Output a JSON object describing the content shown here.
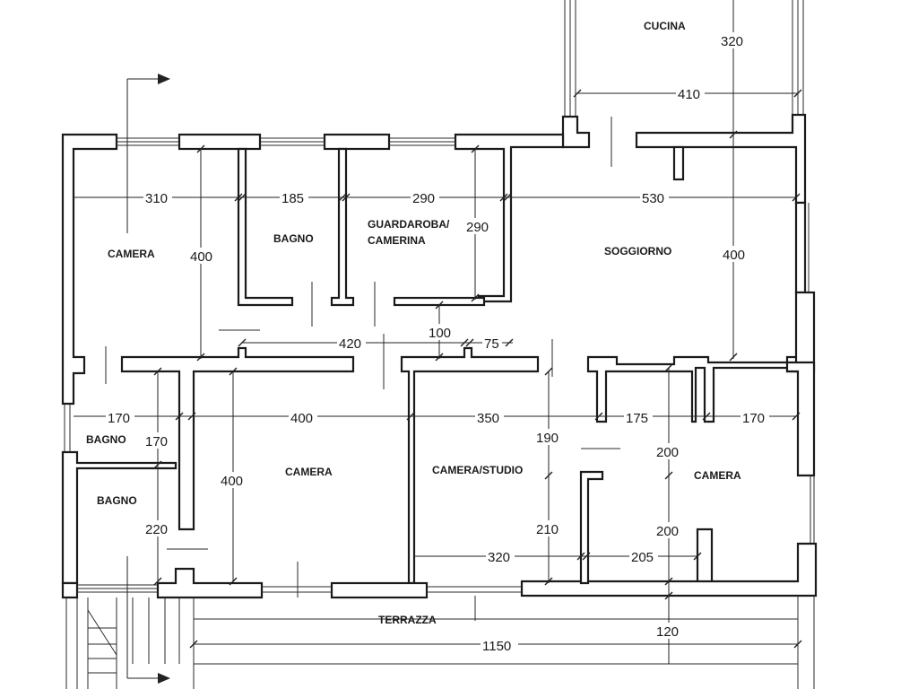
{
  "rooms": {
    "cucina": "CUCINA",
    "camera_nw": "CAMERA",
    "bagno_top": "BAGNO",
    "guardaroba_1": "GUARDAROBA/",
    "guardaroba_2": "CAMERINA",
    "soggiorno": "SOGGIORNO",
    "bagno_small": "BAGNO",
    "bagno_sw": "BAGNO",
    "camera_center": "CAMERA",
    "camera_studio": "CAMERA/STUDIO",
    "camera_east": "CAMERA",
    "terrazza": "TERRAZZA"
  },
  "dimensions": {
    "cucina_depth": "320",
    "cucina_width": "410",
    "camera_nw_width": "310",
    "bagno_top_width": "185",
    "guardaroba_width": "290",
    "guardaroba_depth": "290",
    "soggiorno_width": "530",
    "camera_nw_depth": "400",
    "soggiorno_depth": "400",
    "corridor_420": "420",
    "corridor_100": "100",
    "corridor_75": "75",
    "bagno_small_width": "170",
    "camera_center_width": "400",
    "camera_studio_width": "350",
    "corridor_175": "175",
    "camera_east_width": "170",
    "bagno_small_depth": "170",
    "corridor_190": "190",
    "camera_east_depth_top": "200",
    "camera_center_depth": "400",
    "bagno_sw_depth": "220",
    "studio_depth": "210",
    "camera_east_depth_bottom": "200",
    "studio_width_bottom": "320",
    "east_205": "205",
    "terrazza_depth": "120",
    "total_width": "1150"
  }
}
